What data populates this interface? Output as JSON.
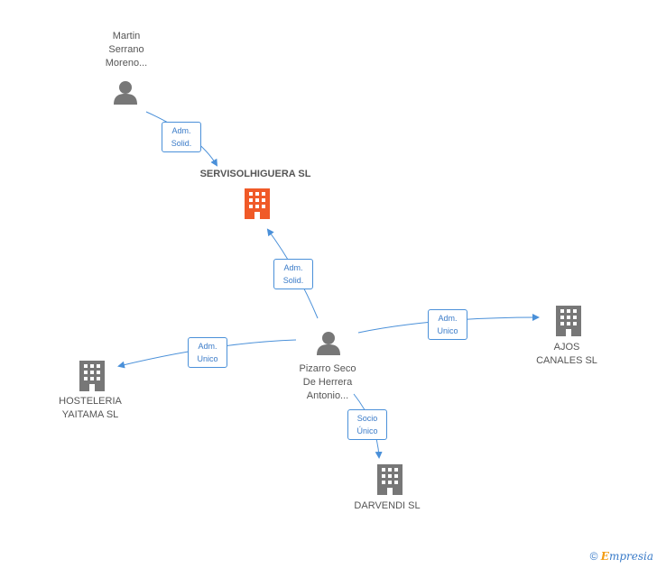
{
  "nodes": {
    "martin": {
      "label": "Martin\nSerrano\nMoreno..."
    },
    "servisolhiguera": {
      "label": "SERVISOLHIGUERA SL"
    },
    "pizarro": {
      "label": "Pizarro Seco\nDe Herrera\nAntonio..."
    },
    "ajos": {
      "label": "AJOS\nCANALES SL"
    },
    "hosteleria": {
      "label": "HOSTELERIA\nYAITAMA SL"
    },
    "darvendi": {
      "label": "DARVENDI SL"
    }
  },
  "edges": {
    "martin_to_servisol": "Adm.\nSolid.",
    "pizarro_to_servisol": "Adm.\nSolid.",
    "pizarro_to_ajos": "Adm.\nUnico",
    "pizarro_to_hosteleria": "Adm.\nUnico",
    "pizarro_to_darvendi": "Socio\nÚnico"
  },
  "footer": {
    "copyright_symbol": "©",
    "brand_initial": "E",
    "brand_rest": "mpresia"
  },
  "colors": {
    "edge": "#4a90d9",
    "person_icon": "#777777",
    "company_icon": "#777777",
    "highlight_company_icon": "#f05a28"
  }
}
